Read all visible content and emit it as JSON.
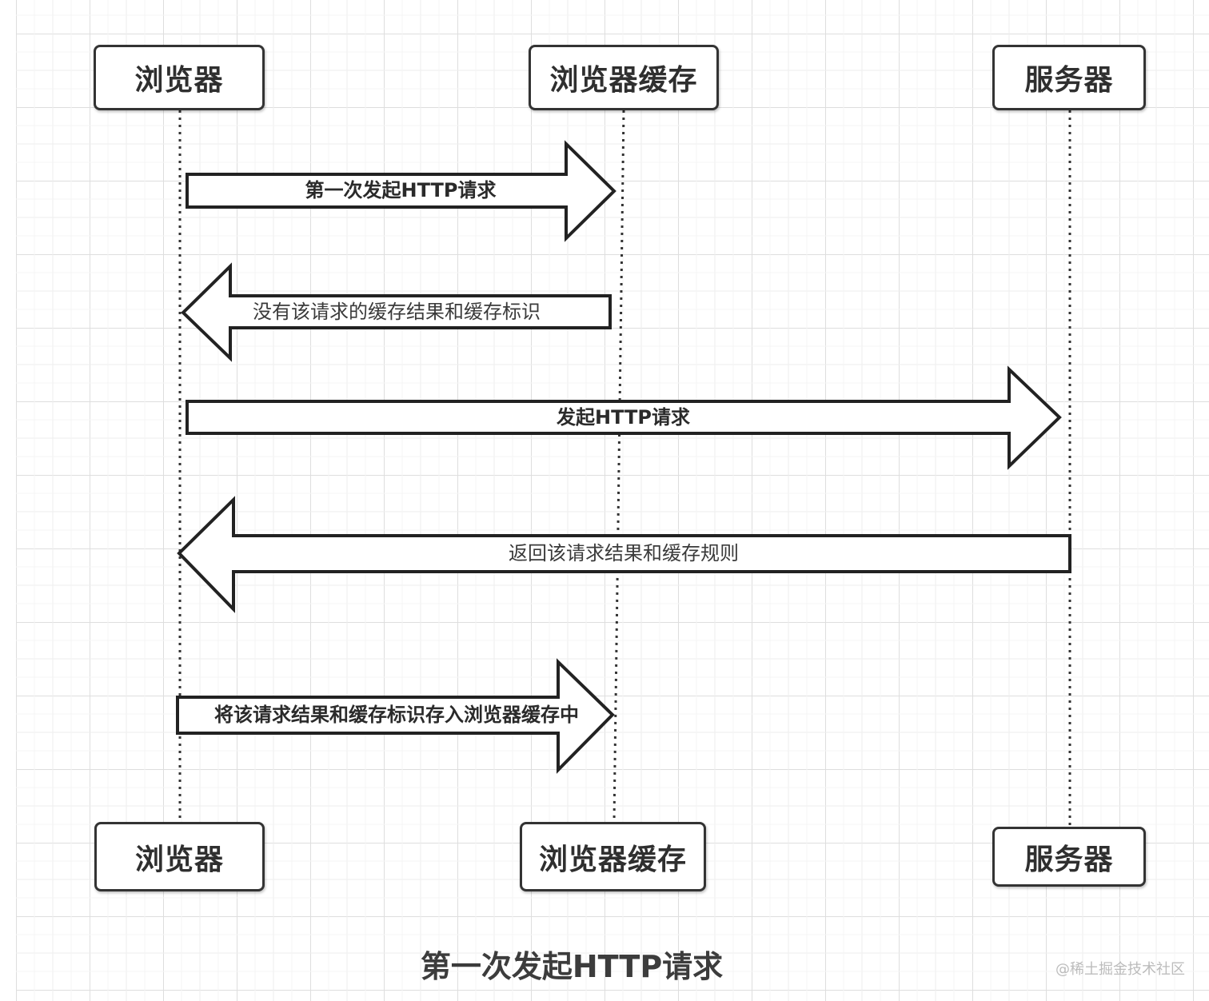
{
  "diagram": {
    "actors": {
      "browser": "浏览器",
      "browser_cache": "浏览器缓存",
      "server": "服务器"
    },
    "messages": [
      {
        "from": "browser",
        "to": "browser_cache",
        "label": "第一次发起HTTP请求"
      },
      {
        "from": "browser_cache",
        "to": "browser",
        "label": "没有该请求的缓存结果和缓存标识"
      },
      {
        "from": "browser",
        "to": "server",
        "label": "发起HTTP请求"
      },
      {
        "from": "server",
        "to": "browser",
        "label": "返回该请求结果和缓存规则"
      },
      {
        "from": "browser",
        "to": "browser_cache",
        "label": "将该请求结果和缓存标识存入浏览器缓存中"
      }
    ],
    "caption": "第一次发起HTTP请求"
  },
  "watermark": "@稀土掘金技术社区",
  "colors": {
    "stroke": "#222222",
    "grid": "#e4e4e4",
    "background": "#ffffff"
  }
}
